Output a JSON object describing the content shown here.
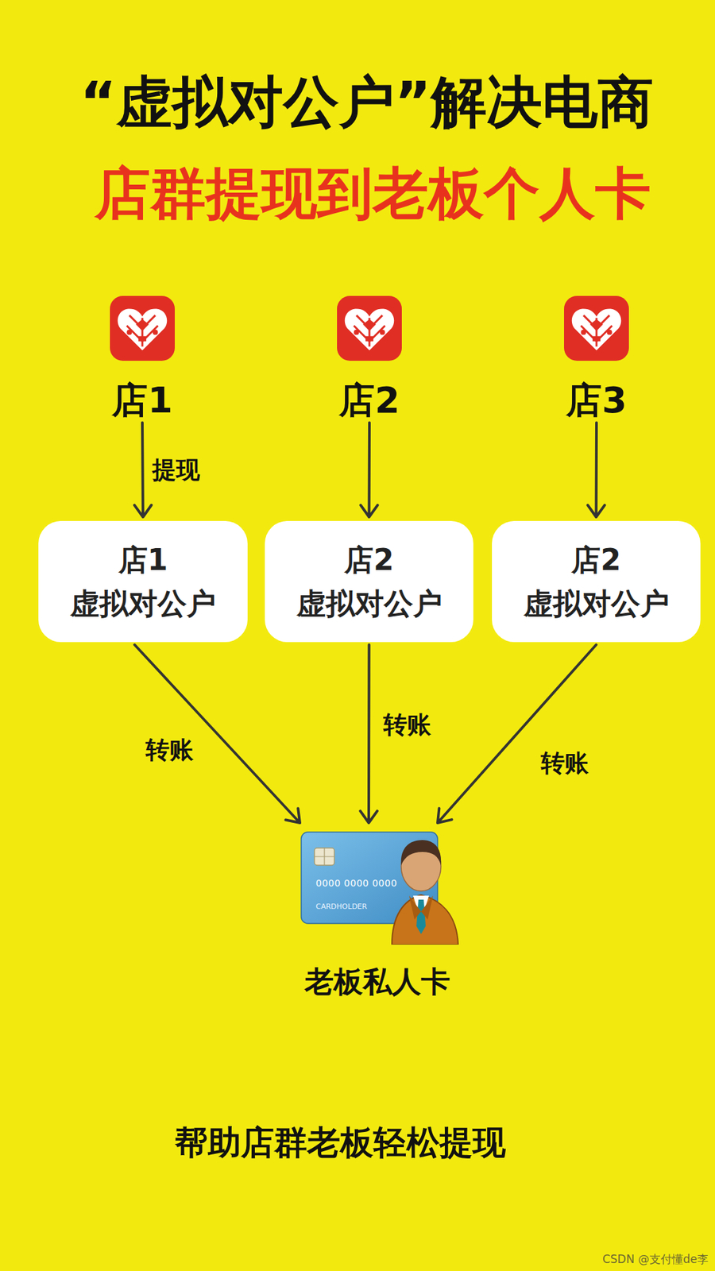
{
  "diagram": {
    "title": "“虚拟对公户”解决电商",
    "caption": "帮助店群老板轻松提现",
    "nodes": [
      {
        "text": [
          "店1"
        ]
      },
      {
        "text": [
          "店2"
        ]
      },
      {
        "text": [
          "店3"
        ]
      },
      {
        "text": [
          "店1 虚拟对公户"
        ]
      },
      {
        "text": [
          "店2 虚拟对公户"
        ]
      },
      {
        "text": [
          "店2 虚拟对公户"
        ]
      },
      {
        "text": [
          "老板私人卡"
        ]
      }
    ],
    "edges": [
      {
        "from": 0,
        "to": 3,
        "label": "提现",
        "arrow": "to"
      },
      {
        "from": 1,
        "to": 4,
        "arrow": "to"
      },
      {
        "from": 2,
        "to": 5,
        "arrow": "to"
      },
      {
        "from": 3,
        "to": 6,
        "label": "转账",
        "arrow": "to"
      },
      {
        "from": 4,
        "to": 6,
        "label": "转账",
        "arrow": "to"
      },
      {
        "from": 5,
        "to": 6,
        "label": "转账",
        "arrow": "to"
      }
    ],
    "labels": [
      "店群提现到老板个人卡",
      "0000 0000 0000",
      "CARDHOLDER",
      "CSDN @支付懂de李"
    ]
  }
}
